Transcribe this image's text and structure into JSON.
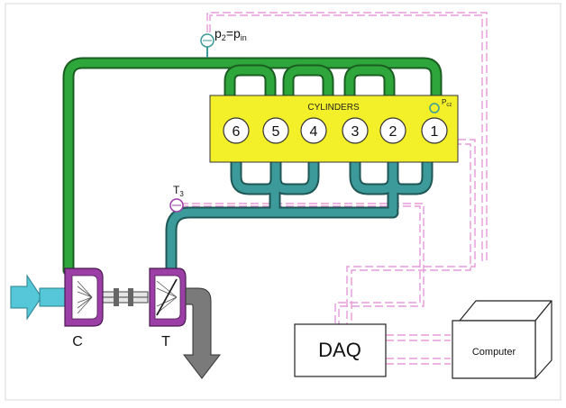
{
  "labels": {
    "p2_main": "p",
    "p2_sub": "2",
    "p2_eq": "=p",
    "p2_sub2": "in",
    "cylinders": "CYLINDERS",
    "pcz_main": "P",
    "pcz_sub": "cz",
    "t3_main": "T",
    "t3_sub": "3",
    "compressor": "C",
    "turbine": "T",
    "daq": "DAQ",
    "computer": "Computer"
  },
  "cylinders": [
    "6",
    "5",
    "4",
    "3",
    "2",
    "1"
  ],
  "colors": {
    "intake_pipe": "#2fa63b",
    "intake_pipe_edge": "#1a5e22",
    "exhaust_pipe": "#3c9a9a",
    "exhaust_pipe_edge": "#1f5656",
    "cylinder_block": "#f3f02a",
    "turbo_body": "#9b3fa6",
    "inlet_arrow": "#56c7d8",
    "outlet_arrow": "#7a7a7a",
    "signal_line": "#e79ad9",
    "sensor": "#9b3fa6"
  }
}
